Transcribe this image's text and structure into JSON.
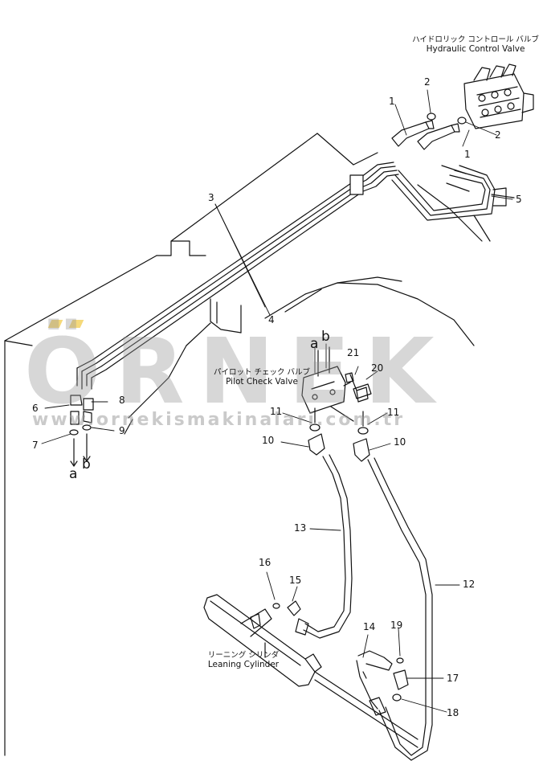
{
  "captions": {
    "control_valve_jp": "ハイドロリック コントロール バルブ",
    "control_valve_en": "Hydraulic Control Valve",
    "pilot_valve_jp": "パイロット チェック バルブ",
    "pilot_valve_en": "Pilot Check Valve",
    "cylinder_jp": "リーニング シリンダ",
    "cylinder_en": "Leaning Cylinder"
  },
  "callouts": {
    "n1a": "1",
    "n1b": "1",
    "n2a": "2",
    "n2b": "2",
    "n3": "3",
    "n4": "4",
    "n5": "5",
    "n6": "6",
    "n7": "7",
    "n8": "8",
    "n9": "9",
    "n10a": "10",
    "n10b": "10",
    "n11a": "11",
    "n11b": "11",
    "n12": "12",
    "n13": "13",
    "n14": "14",
    "n15": "15",
    "n16": "16",
    "n17": "17",
    "n18": "18",
    "n19": "19",
    "n20": "20",
    "n21": "21"
  },
  "port_marks": {
    "a_top": "a",
    "b_top": "b",
    "a_bottom": "a",
    "b_bottom": "b"
  },
  "watermark": {
    "text": "ÖRNEK",
    "url": "www.ornekismakinalari.com.tr"
  },
  "colors": {
    "line": "#111111",
    "watermark": "#969696",
    "accent": "#f5d97a"
  }
}
